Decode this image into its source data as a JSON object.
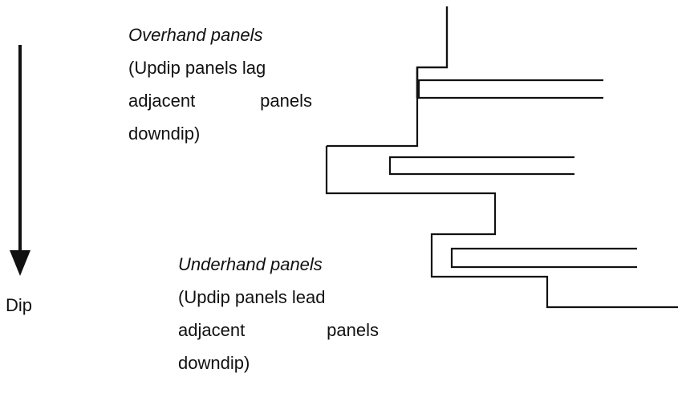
{
  "overhand": {
    "title": "Overhand panels",
    "line1": "(Updip panels lag",
    "line2_word1": "adjacent",
    "line2_word2": "panels",
    "line3": "downdip)"
  },
  "underhand": {
    "title": "Underhand panels",
    "line1": "(Updip panels lead",
    "line2_word1": "adjacent",
    "line2_word2": "panels",
    "line3": "downdip)"
  },
  "dip": {
    "label": "Dip"
  },
  "colors": {
    "line": "#111111",
    "background": "#ffffff"
  }
}
